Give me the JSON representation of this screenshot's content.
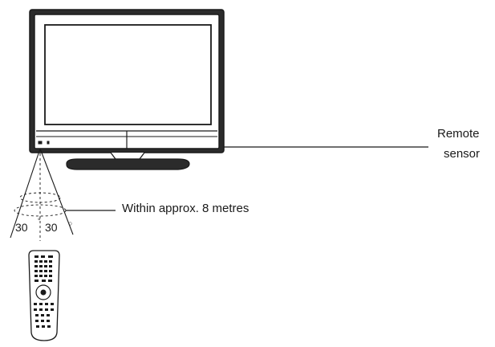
{
  "labels": {
    "remote_sensor_line1": "Remote",
    "remote_sensor_line2": "sensor",
    "range": "Within approx. 8 metres",
    "angle_left": "30",
    "angle_right": "30",
    "degree_left": "°",
    "degree_right": "○"
  }
}
